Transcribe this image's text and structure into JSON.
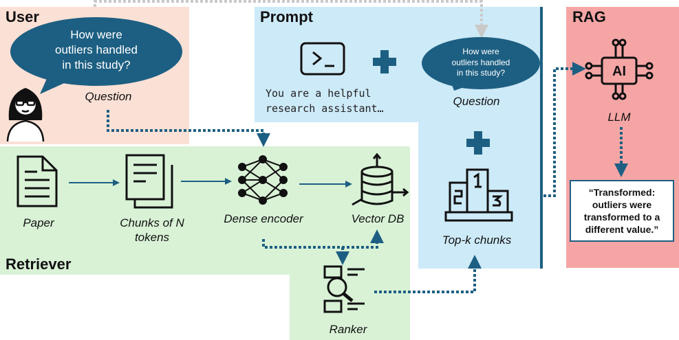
{
  "panels": {
    "user": {
      "title": "User"
    },
    "prompt": {
      "title": "Prompt"
    },
    "rag": {
      "title": "RAG"
    },
    "retriever": {
      "title": "Retriever"
    }
  },
  "user": {
    "bubble_text": "How were\noutliers handled\nin this study?",
    "caption": "Question"
  },
  "prompt": {
    "system_text": "You are a helpful\nresearch assistant…",
    "bubble_text": "How were\noutliers handled\nin this study?",
    "question_caption": "Question",
    "chunks_caption": "Top-k chunks"
  },
  "rag": {
    "llm_caption": "LLM",
    "answer": "“Transformed: outliers were transformed to a different value.”"
  },
  "retriever": {
    "paper_caption": "Paper",
    "chunks_caption": "Chunks of N\ntokens",
    "encoder_caption": "Dense encoder",
    "vectordb_caption": "Vector DB",
    "ranker_caption": "Ranker"
  },
  "icons": [
    "person-icon",
    "terminal-icon",
    "plus-icon",
    "ai-chip-icon",
    "document-icon",
    "documents-icon",
    "neural-network-icon",
    "database-icon",
    "podium-icon",
    "ranker-search-icon"
  ],
  "colors": {
    "user_bg": "#fbe0d5",
    "prompt_bg": "#cdeaf8",
    "rag_bg": "#f6a5a5",
    "retriever_bg": "#d9f2d6",
    "accent": "#1d5f82"
  }
}
